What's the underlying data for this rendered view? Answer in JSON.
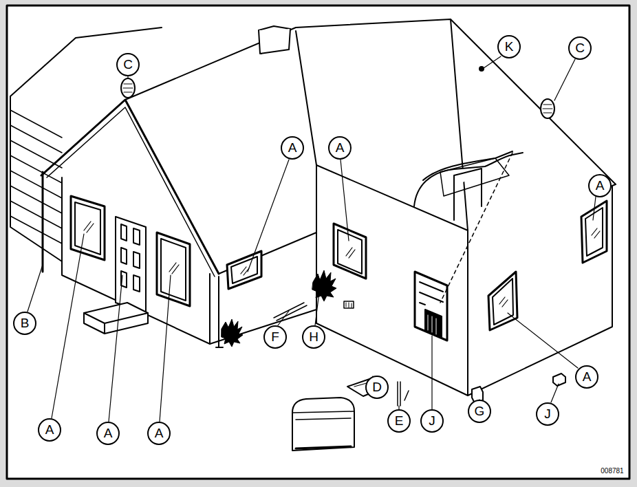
{
  "diagram": {
    "labels": [
      "C",
      "K",
      "C",
      "A",
      "A",
      "A",
      "B",
      "F",
      "H",
      "D",
      "E",
      "J",
      "G",
      "J",
      "A",
      "A",
      "A",
      "A",
      "008781"
    ]
  }
}
